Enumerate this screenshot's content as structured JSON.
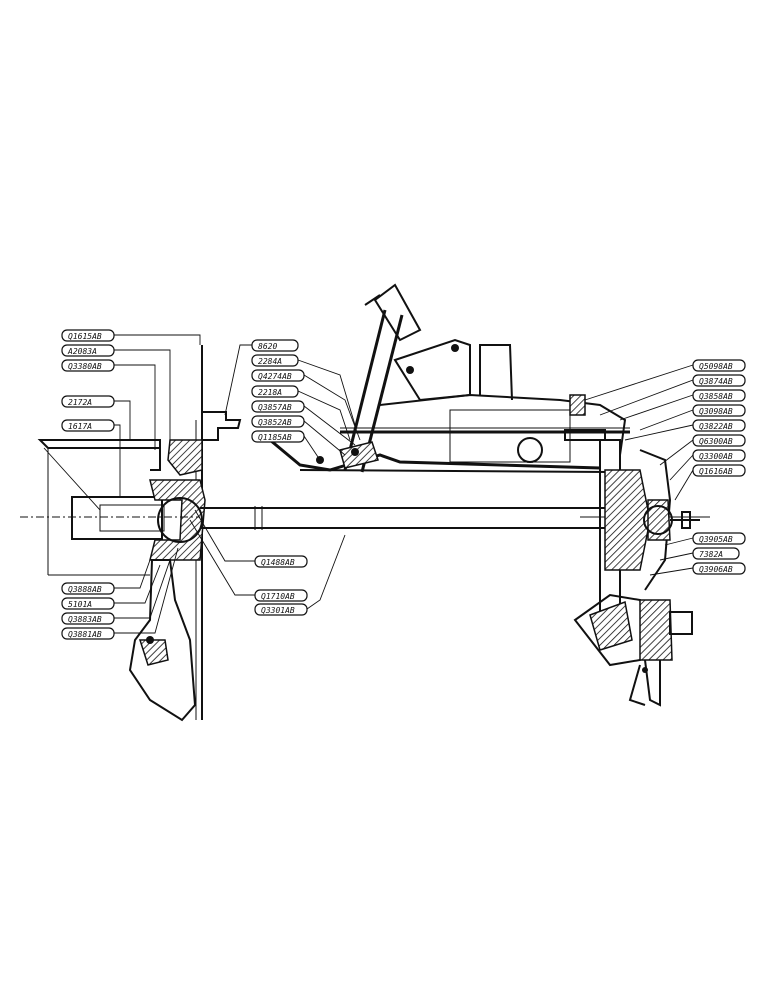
{
  "drawing": {
    "left_callouts": [
      "Q1615AB",
      "A2083A",
      "Q3380AB",
      "2172A",
      "1617A"
    ],
    "lower_left_callouts": [
      "Q3888AB",
      "5101A",
      "Q3883AB",
      "Q3881AB"
    ],
    "center_callouts": [
      "Q1488AB",
      "Q1710AB",
      "Q3301AB"
    ],
    "top_callouts": [
      "8620",
      "2284A",
      "Q4274AB",
      "2218A",
      "Q3857AB",
      "Q3852AB",
      "Q1185AB"
    ],
    "right_callouts": [
      "Q5098AB",
      "Q3874AB",
      "Q3858AB",
      "Q3098AB",
      "Q3822AB",
      "Q6300AB",
      "Q3300AB",
      "Q1616AB"
    ],
    "right_lower_callouts": [
      "Q3905AB",
      "7382A",
      "Q3906AB"
    ]
  }
}
